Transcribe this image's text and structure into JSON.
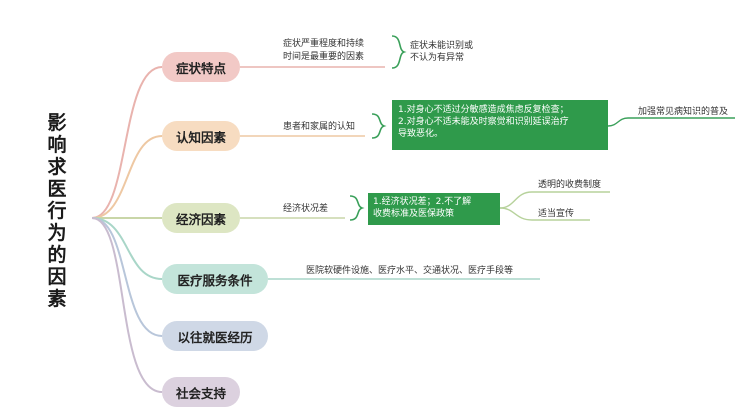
{
  "root": {
    "title_chars": [
      "影",
      "响",
      "求",
      "医",
      "行",
      "为",
      "的",
      "因",
      "素"
    ]
  },
  "branches": [
    {
      "label": "症状特点",
      "color": "#f2c9c6"
    },
    {
      "label": "认知因素",
      "color": "#f7dcc1"
    },
    {
      "label": "经济因素",
      "color": "#dde6c3"
    },
    {
      "label": "医疗服务条件",
      "color": "#c3e4da"
    },
    {
      "label": "以往就医经历",
      "color": "#cfd8e6"
    },
    {
      "label": "社会支持",
      "color": "#dcd1df"
    }
  ],
  "symptom": {
    "note_lines": [
      "症状严重程度和持续",
      "时间是最重要的因素"
    ],
    "sub": "症状未能识别或",
    "sub2": "不认为有异常"
  },
  "cognition": {
    "note": "患者和家属的认知",
    "box_lines": [
      "1.对身心不适过分敏感造成焦虑反复检查；",
      "2.对身心不适未能及时察觉和识别延误治疗",
      "导致恶化。"
    ],
    "far_note": "加强常见病知识的普及"
  },
  "economy": {
    "note": "经济状况差",
    "box_lines": [
      "1.经济状况差；2.不了解",
      "收费标准及医保政策"
    ],
    "sub_a": "透明的收费制度",
    "sub_b": "适当宣传"
  },
  "medical": {
    "note": "医院软硬件设施、医疗水平、交通状况、医疗手段等"
  },
  "colors": {
    "connector": "#a9c9cf",
    "box_green": "#2f9a4b",
    "bracket_green": "#3aa05a"
  }
}
